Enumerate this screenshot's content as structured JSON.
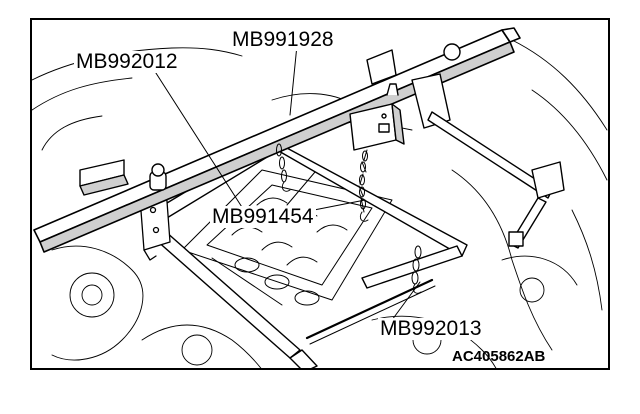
{
  "callouts": {
    "mb992012": "MB992012",
    "mb991928": "MB991928",
    "mb991454": "MB991454",
    "mb992013": "MB992013"
  },
  "figure_id": "AC405862AB",
  "colors": {
    "ink": "#000000",
    "paper": "#ffffff",
    "shade": "#cfcfcf"
  }
}
